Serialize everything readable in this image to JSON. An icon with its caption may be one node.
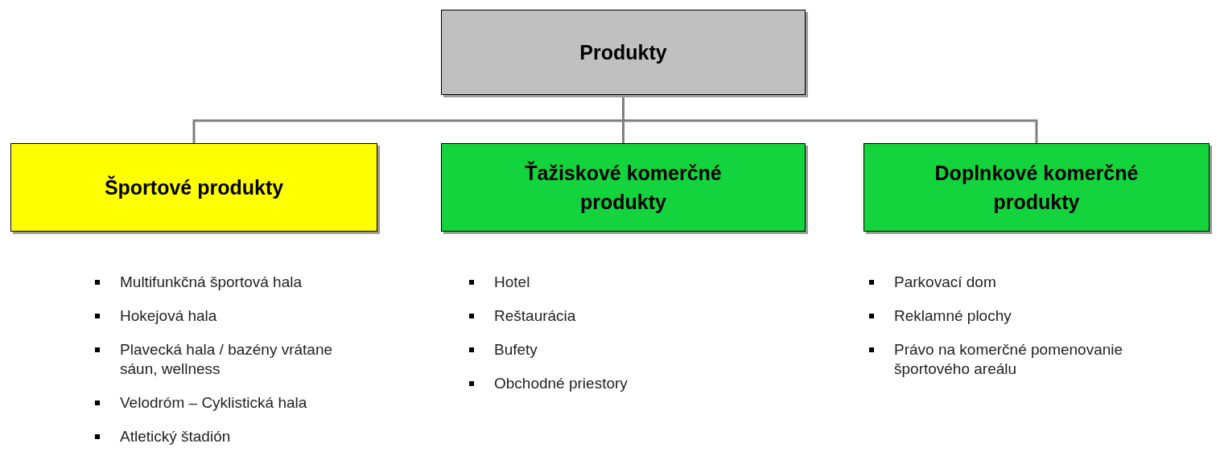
{
  "diagram": {
    "nodes": [
      {
        "text": [
          "Produkty"
        ]
      },
      {
        "text": [
          "Športové produkty"
        ],
        "beside": [
          "Multifunkčná športová hala",
          "Hokejová hala",
          "Plavecká hala / bazény vrátane sáun, wellness",
          "Velodróm – Cyklistická hala",
          "Atletický štadión"
        ]
      },
      {
        "text": [
          "Ťažiskové komerčné produkty"
        ],
        "beside": [
          "Hotel",
          "Reštaurácia",
          "Bufety",
          "Obchodné priestory"
        ]
      },
      {
        "text": [
          "Doplnkové komerčné produkty"
        ],
        "beside": [
          "Parkovací dom",
          "Reklamné plochy",
          "Právo na komerčné pomenovanie športového areálu"
        ]
      }
    ],
    "edges": [
      {
        "from": 0,
        "to": 1,
        "arrow": "none"
      },
      {
        "from": 0,
        "to": 2,
        "arrow": "none"
      },
      {
        "from": 0,
        "to": 3,
        "arrow": "none"
      }
    ]
  }
}
